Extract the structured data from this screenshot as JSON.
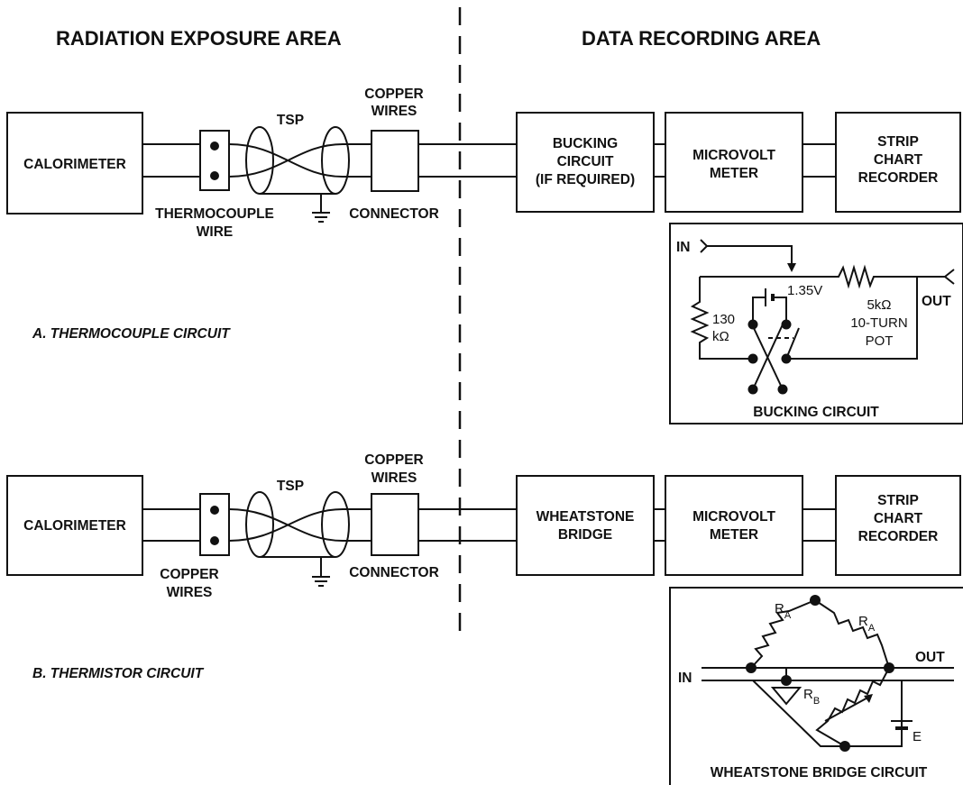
{
  "headers": {
    "left": "RADIATION EXPOSURE AREA",
    "right": "DATA RECORDING AREA"
  },
  "circuit_a": {
    "caption": "A. THERMOCOUPLE CIRCUIT",
    "calorimeter": "CALORIMETER",
    "tsp": "TSP",
    "copper_wires": [
      "COPPER",
      "WIRES"
    ],
    "thermocouple_wire": [
      "THERMOCOUPLE",
      "WIRE"
    ],
    "connector": "CONNECTOR",
    "bucking": [
      "BUCKING",
      "CIRCUIT",
      "(IF REQUIRED)"
    ],
    "microvolt": [
      "MICROVOLT",
      "METER"
    ],
    "strip": [
      "STRIP",
      "CHART",
      "RECORDER"
    ]
  },
  "bucking_detail": {
    "title": "BUCKING CIRCUIT",
    "in": "IN",
    "out": "OUT",
    "voltage": "1.35V",
    "resistor": [
      "130",
      "kΩ"
    ],
    "pot": [
      "5kΩ",
      "10-TURN",
      "POT"
    ]
  },
  "circuit_b": {
    "caption": "B. THERMISTOR CIRCUIT",
    "calorimeter": "CALORIMETER",
    "tsp": "TSP",
    "copper_wires_top": [
      "COPPER",
      "WIRES"
    ],
    "copper_wires_bottom": [
      "COPPER",
      "WIRES"
    ],
    "connector": "CONNECTOR",
    "wheatstone": [
      "WHEATSTONE",
      "BRIDGE"
    ],
    "microvolt": [
      "MICROVOLT",
      "METER"
    ],
    "strip": [
      "STRIP",
      "CHART",
      "RECORDER"
    ]
  },
  "wheatstone_detail": {
    "title": "WHEATSTONE BRIDGE CIRCUIT",
    "in": "IN",
    "out": "OUT",
    "ra": "R",
    "ra_sub": "A",
    "rb": "R",
    "rb_sub": "B",
    "e": "E"
  }
}
